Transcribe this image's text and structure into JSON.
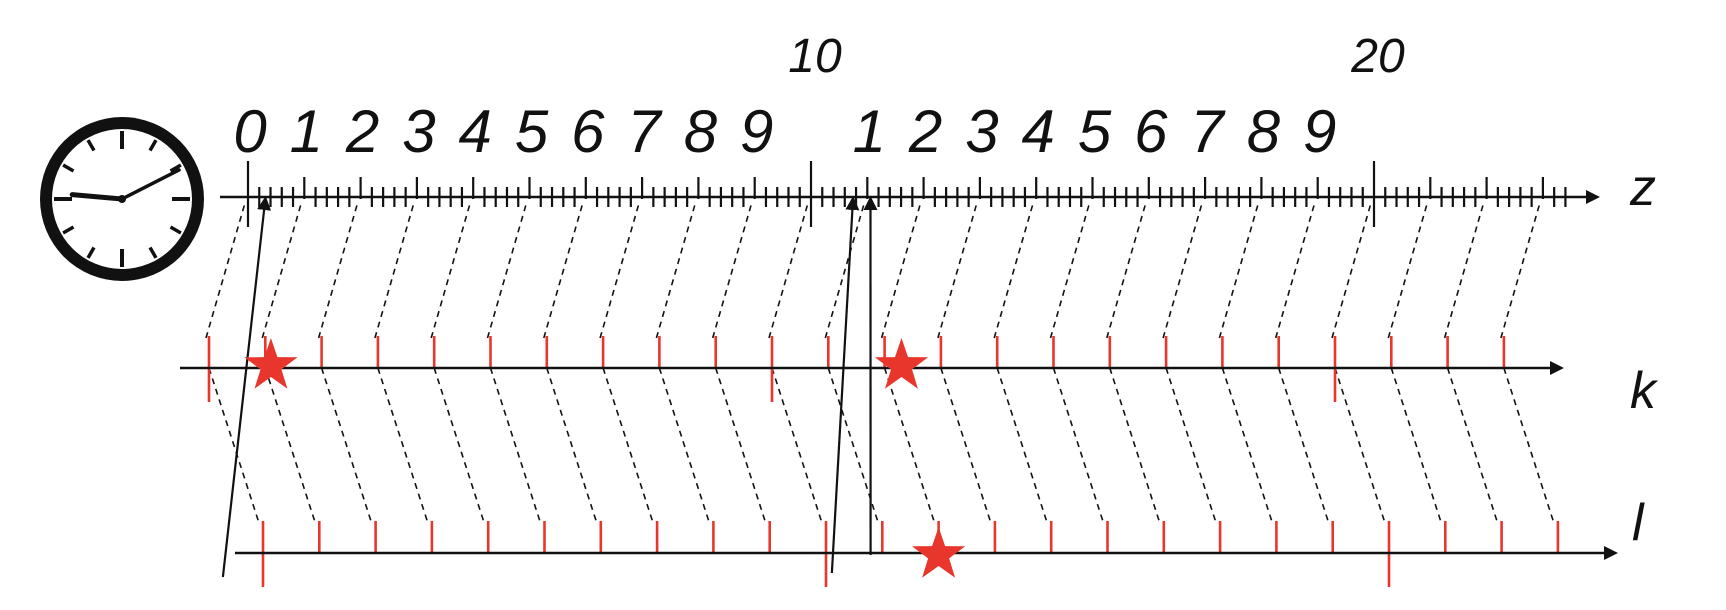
{
  "z_axis": {
    "name": "z",
    "digit_labels": [
      "0",
      "1",
      "2",
      "3",
      "4",
      "5",
      "6",
      "7",
      "8",
      "9",
      "",
      "1",
      "2",
      "3",
      "4",
      "5",
      "6",
      "7",
      "8",
      "9"
    ],
    "decade_labels": [
      {
        "at": 10,
        "text": "10"
      },
      {
        "at": 20,
        "text": "20"
      }
    ],
    "range": [
      0,
      23.3
    ],
    "minor_ticks_per_unit": 5
  },
  "k_axis": {
    "name": "k",
    "marks": 24,
    "long_mark_every": 10
  },
  "l_axis": {
    "name": "l",
    "marks": 24,
    "long_mark_every": 10
  },
  "clock": {
    "icon": "wall-clock-icon",
    "hour_hand_angle_deg": 275,
    "minute_hand_angle_deg": 63
  },
  "highlight_stars": [
    {
      "axis": "k",
      "at": 1.1
    },
    {
      "axis": "k",
      "at": 12.3
    },
    {
      "axis": "l",
      "at": 12.0
    }
  ],
  "colors": {
    "ink": "#111111",
    "accent": "#e8362c"
  }
}
